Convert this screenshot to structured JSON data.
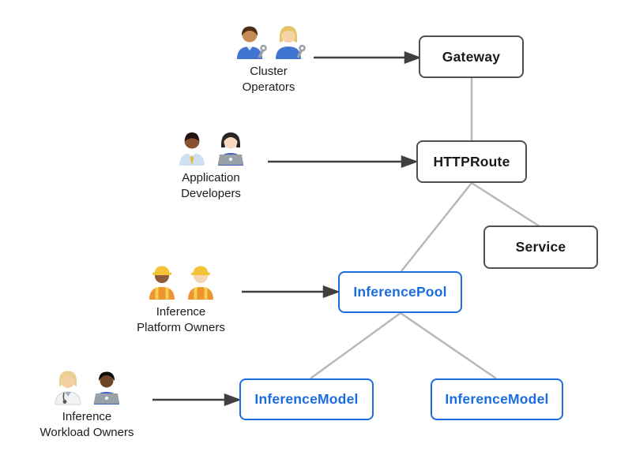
{
  "diagram": {
    "description": "Gateway API inference extension resource-ownership diagram",
    "personas": [
      {
        "name": "Cluster Operators",
        "line1": "Cluster",
        "line2": "Operators",
        "emoji": "👨🏽‍🔧 👩🏼‍🔧",
        "points_to": "Gateway"
      },
      {
        "name": "Application Developers",
        "line1": "Application",
        "line2": "Developers",
        "emoji": "👨🏾‍💼 👩🏻‍💻",
        "points_to": "HTTPRoute"
      },
      {
        "name": "Inference Platform Owners",
        "line1": "Inference",
        "line2": "Platform Owners",
        "emoji": "👷🏾‍♀️ 👷🏻",
        "points_to": "InferencePool"
      },
      {
        "name": "Inference Workload Owners",
        "line1": "Inference",
        "line2": "Workload Owners",
        "emoji": "🧑🏼‍⚕️ 👨🏿‍💻",
        "points_to": "InferenceModel"
      }
    ],
    "nodes": [
      {
        "id": "gateway",
        "label": "Gateway",
        "style": "dark"
      },
      {
        "id": "httproute",
        "label": "HTTPRoute",
        "style": "dark"
      },
      {
        "id": "service",
        "label": "Service",
        "style": "dark"
      },
      {
        "id": "inferencepool",
        "label": "InferencePool",
        "style": "blue"
      },
      {
        "id": "inferencemodel-left",
        "label": "InferenceModel",
        "style": "blue"
      },
      {
        "id": "inferencemodel-right",
        "label": "InferenceModel",
        "style": "blue"
      }
    ],
    "edges": [
      {
        "from": "Gateway",
        "to": "HTTPRoute"
      },
      {
        "from": "HTTPRoute",
        "to": "InferencePool"
      },
      {
        "from": "HTTPRoute",
        "to": "Service"
      },
      {
        "from": "InferencePool",
        "to": "InferenceModel (left)"
      },
      {
        "from": "InferencePool",
        "to": "InferenceModel (right)"
      }
    ],
    "colors": {
      "blue_accent": "#1a6ce0",
      "dark_border": "#505050",
      "connector_gray": "#b8b8b8",
      "arrow_dark": "#3f3f3f",
      "background": "#ffffff"
    }
  }
}
